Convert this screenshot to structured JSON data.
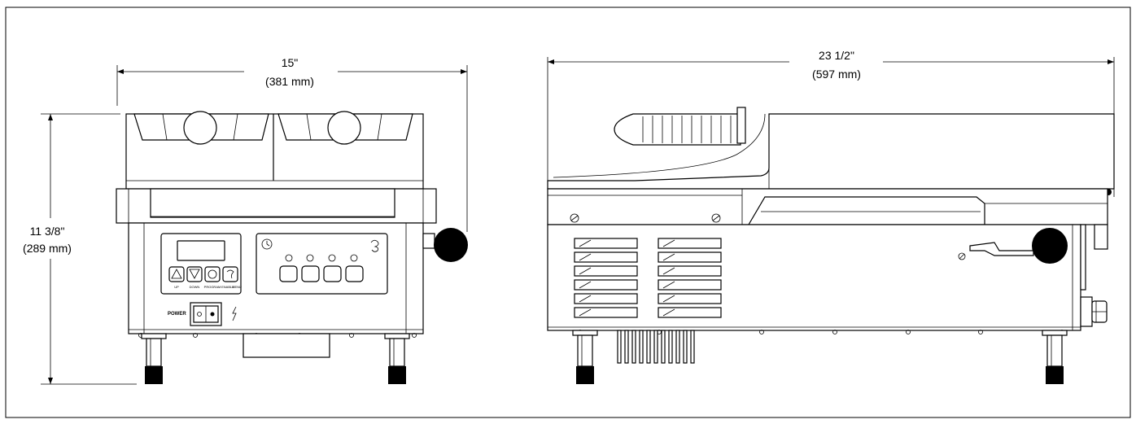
{
  "front_view": {
    "width_label": "15\"",
    "width_metric": "(381 mm)",
    "height_label": "11 3/8\"",
    "height_metric": "(289 mm)",
    "power_label": "POWER",
    "button_captions": [
      "UP",
      "DOWN",
      "PROGRAM",
      "ENABLE",
      "MENU"
    ]
  },
  "side_view": {
    "length_label": "23 1/2\"",
    "length_metric": "(597 mm)"
  }
}
